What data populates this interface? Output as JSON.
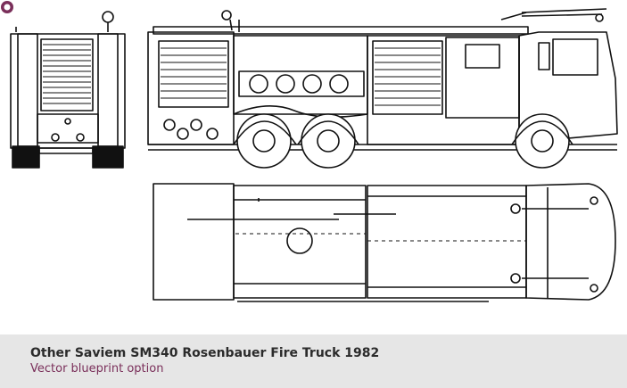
{
  "caption": {
    "title": "Other Saviem SM340 Rosenbauer Fire Truck 1982",
    "subtitle": "Vector blueprint option",
    "accent_color": "#7a2f5a",
    "icon": "radio-dot-icon"
  },
  "drawing": {
    "line_color": "#111111",
    "views": [
      "rear-view",
      "side-view",
      "top-view"
    ]
  }
}
